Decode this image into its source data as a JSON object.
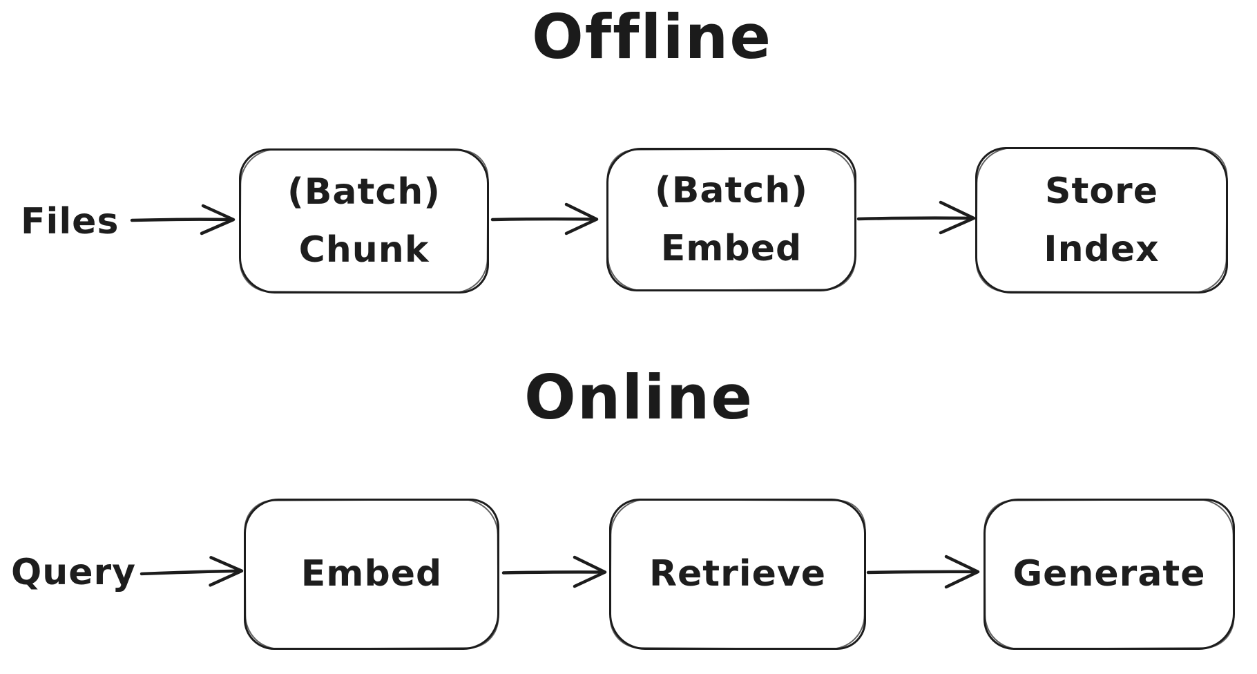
{
  "colors": {
    "background": "#ffffff",
    "ink": "#1c1c1c"
  },
  "icons": {
    "flow_arrow": "right-arrow"
  },
  "sections": [
    {
      "title": "Offline",
      "source_label": "Files",
      "steps": [
        {
          "lines": [
            "(Batch)",
            "Chunk"
          ]
        },
        {
          "lines": [
            "(Batch)",
            "Embed"
          ]
        },
        {
          "lines": [
            "Store",
            "Index"
          ]
        }
      ]
    },
    {
      "title": "Online",
      "source_label": "Query",
      "steps": [
        {
          "lines": [
            "Embed"
          ]
        },
        {
          "lines": [
            "Retrieve"
          ]
        },
        {
          "lines": [
            "Generate"
          ]
        }
      ]
    }
  ]
}
